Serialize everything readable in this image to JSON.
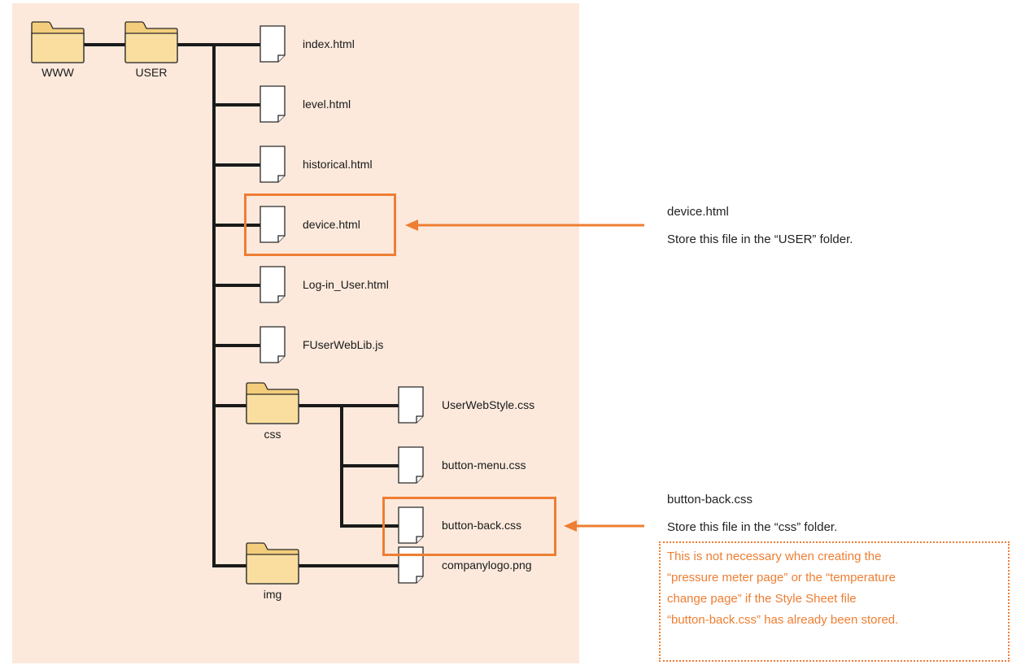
{
  "colors": {
    "panel_bg": "#fce9dc",
    "accent": "#ee7e32",
    "line": "#1a1a1a",
    "folder_fill": "#f9dea0",
    "folder_tab": "#f3cd7c",
    "file_fill": "#ffffff"
  },
  "tree": {
    "folders": {
      "www": {
        "label": "WWW",
        "icon": "folder-icon"
      },
      "user": {
        "label": "USER",
        "icon": "folder-icon"
      },
      "css": {
        "label": "css",
        "icon": "folder-icon"
      },
      "img": {
        "label": "img",
        "icon": "folder-icon"
      }
    },
    "user_files": [
      {
        "label": "index.html",
        "icon": "file-icon"
      },
      {
        "label": "level.html",
        "icon": "file-icon"
      },
      {
        "label": "historical.html",
        "icon": "file-icon"
      },
      {
        "label": "device.html",
        "icon": "file-icon",
        "highlighted": true
      },
      {
        "label": "Log-in_User.html",
        "icon": "file-icon"
      },
      {
        "label": "FUserWebLib.js",
        "icon": "file-icon"
      }
    ],
    "css_files": [
      {
        "label": "UserWebStyle.css",
        "icon": "file-icon"
      },
      {
        "label": "button-menu.css",
        "icon": "file-icon"
      },
      {
        "label": "button-back.css",
        "icon": "file-icon",
        "highlighted": true
      }
    ],
    "img_files": [
      {
        "label": "companylogo.png",
        "icon": "file-icon"
      }
    ]
  },
  "annotations": {
    "device": {
      "title": "device.html",
      "text": "Store this file in the “USER” folder."
    },
    "button_back": {
      "title": "button-back.css",
      "text": "Store this file in the “css” folder."
    },
    "note": {
      "lines": [
        "This is not necessary when creating the",
        "“pressure meter page” or the “temperature",
        "change page” if the Style Sheet file",
        "“button-back.css” has already been stored."
      ]
    }
  }
}
